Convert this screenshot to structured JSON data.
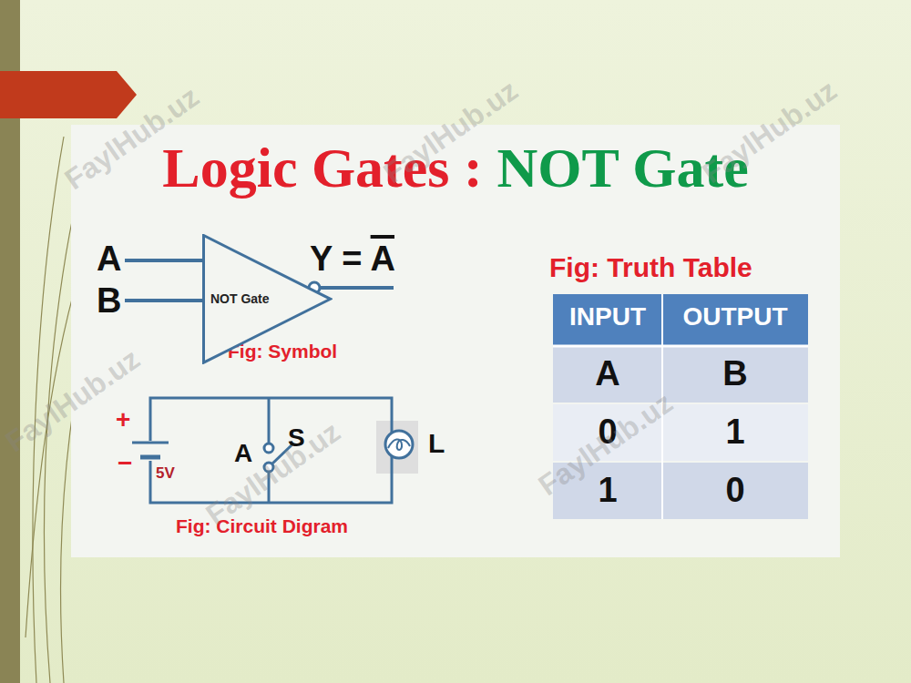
{
  "diagram": {
    "nodes": [
      {
        "text": [
          "NOT Gate"
        ]
      }
    ],
    "labels": [
      "Logic Gates :",
      "NOT Gate",
      "A",
      "B",
      "Y = A",
      "Fig: Symbol",
      "+",
      "−",
      "5V",
      "A",
      "S",
      "L",
      "Fig: Circuit Digram",
      "Fig: Truth Table",
      "INPUT",
      "OUTPUT",
      "A",
      "B",
      "0",
      "1",
      "1",
      "0",
      "FaylHub.uz",
      "FaylHub.uz",
      "FaylHub.uz",
      "FaylHub.uz",
      "FaylHub.uz",
      "FaylHub.uz"
    ]
  }
}
